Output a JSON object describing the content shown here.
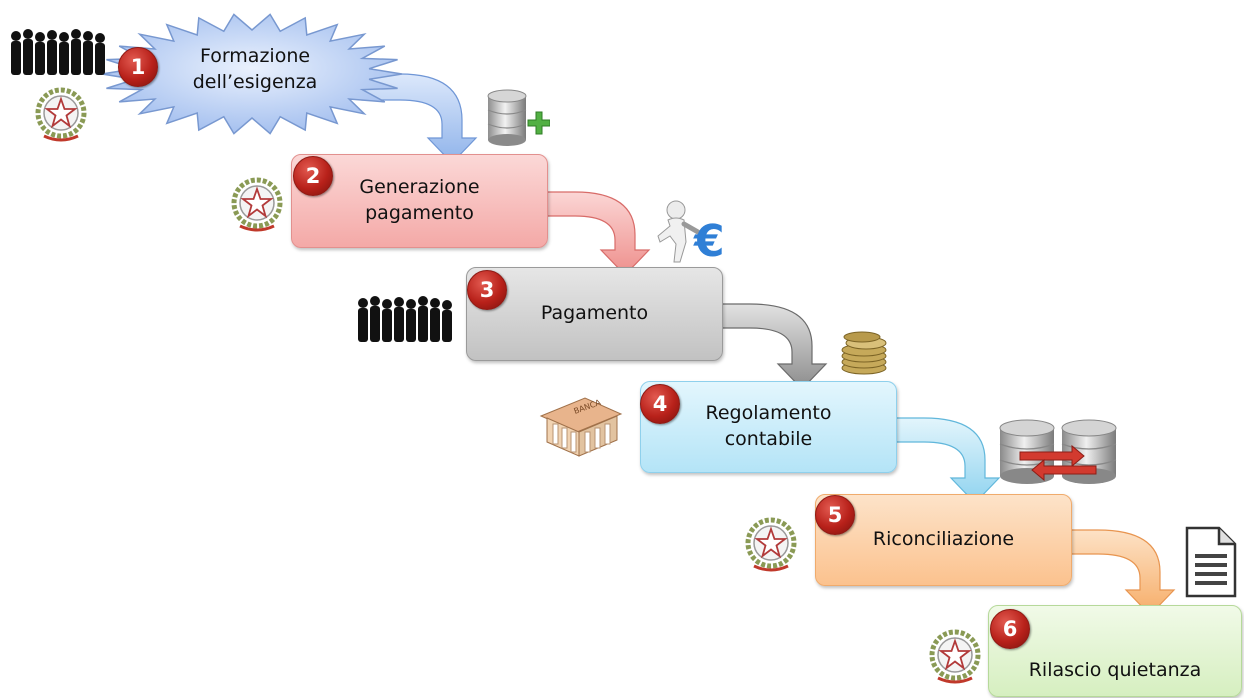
{
  "steps": [
    {
      "number": "1",
      "label": "Formazione\ndell’esigenza"
    },
    {
      "number": "2",
      "label": "Generazione\npagamento"
    },
    {
      "number": "3",
      "label": "Pagamento"
    },
    {
      "number": "4",
      "label": "Regolamento\ncontabile"
    },
    {
      "number": "5",
      "label": "Riconciliazione"
    },
    {
      "number": "6",
      "label": "Rilascio quietanza"
    }
  ],
  "bank_sign": "BANCA",
  "colors": {
    "step1": "#b9cdf5",
    "step2": "#f7b6b4",
    "step3": "#c8c8c8",
    "step4": "#bfe9f8",
    "step5": "#fcc99a",
    "step6": "#dff3c8",
    "badge": "#b8211a",
    "arrow_blue": "#a9c6f1",
    "arrow_red": "#f3a7a5",
    "arrow_gray": "#9a9a9a",
    "arrow_cyan": "#a8def3",
    "arrow_orange": "#f9c08a"
  },
  "icons": [
    "people-icon",
    "emblem-icon",
    "database-add-icon",
    "person-euro-icon",
    "coins-icon",
    "bank-icon",
    "databases-sync-icon",
    "document-icon"
  ]
}
